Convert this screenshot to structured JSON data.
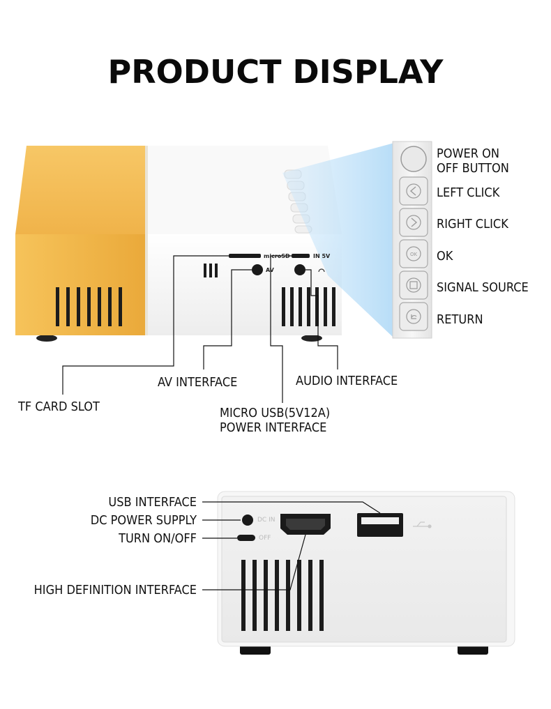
{
  "title": "PRODUCT DISPLAY",
  "top_view": {
    "buttons": [
      {
        "label": "POWER ON\nOFF BUTTON",
        "icon": "power-button"
      },
      {
        "label": "LEFT CLICK",
        "icon": "left-arrow-icon"
      },
      {
        "label": "RIGHT CLICK",
        "icon": "right-arrow-icon"
      },
      {
        "label": "OK",
        "icon": "ok-icon"
      },
      {
        "label": "SIGNAL SOURCE",
        "icon": "signal-source-icon"
      },
      {
        "label": "RETURN",
        "icon": "return-icon"
      }
    ],
    "port_markings": {
      "microsd": "microSD",
      "av": "AV",
      "in": "IN 5V"
    },
    "callouts": {
      "tf_card": "TF CARD SLOT",
      "av": "AV INTERFACE",
      "audio": "AUDIO INTERFACE",
      "micro_usb_line1": "MICRO USB(5V12A)",
      "micro_usb_line2": "POWER INTERFACE"
    }
  },
  "back_view": {
    "callouts": {
      "usb": "USB INTERFACE",
      "dc": "DC POWER SUPPLY",
      "switch": "TURN ON/OFF",
      "hd": "HIGH DEFINITION INTERFACE"
    },
    "port_markings": {
      "dc_in": "DC IN",
      "off": "OFF"
    }
  },
  "colors": {
    "accent": "#f2b13f",
    "body": "#f4f4f4",
    "port": "#1a1a1a",
    "beam": "#9fd2f5"
  }
}
